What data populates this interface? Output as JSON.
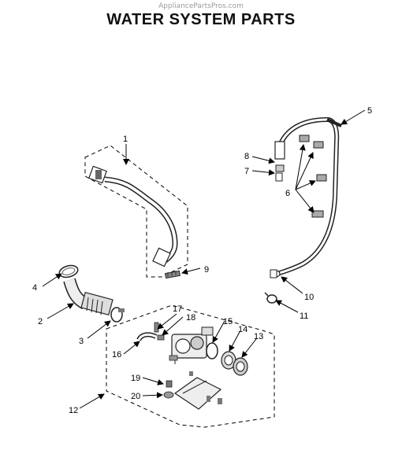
{
  "watermark": "AppliancePartsPros.com",
  "title": "WATER SYSTEM PARTS",
  "callouts": [
    "1",
    "2",
    "3",
    "4",
    "5",
    "6",
    "7",
    "8",
    "9",
    "10",
    "11",
    "12",
    "13",
    "14",
    "15",
    "16",
    "17",
    "18",
    "19",
    "20"
  ]
}
